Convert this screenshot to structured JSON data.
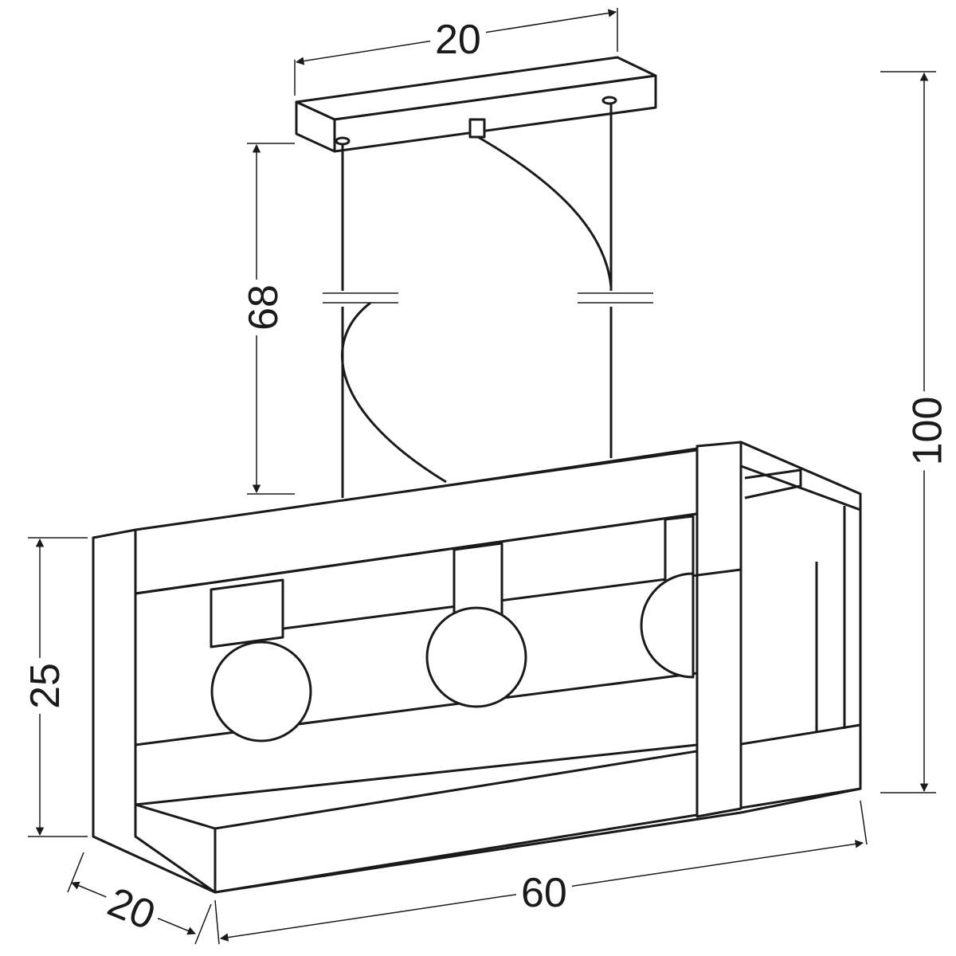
{
  "dimensions": {
    "canopy_width": "20",
    "cable_length": "68",
    "total_height": "100",
    "shade_height": "25",
    "shade_length": "60",
    "shade_depth": "20"
  },
  "colors": {
    "line": "#1a1a1a",
    "background": "#ffffff"
  }
}
